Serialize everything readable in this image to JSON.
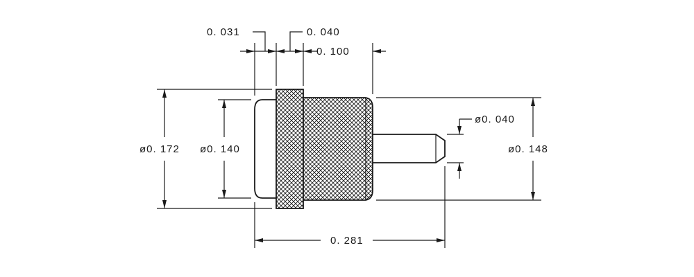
{
  "drawing": {
    "dimensions": {
      "head_thickness": "0. 031",
      "knurl_flange": "0. 040",
      "body_length": "0. 100",
      "pin_diameter": "ø0. 040",
      "flange_diameter": "ø0. 172",
      "head_diameter": "ø0. 140",
      "body_diameter": "ø0. 148",
      "overall_length": "0. 281"
    }
  }
}
